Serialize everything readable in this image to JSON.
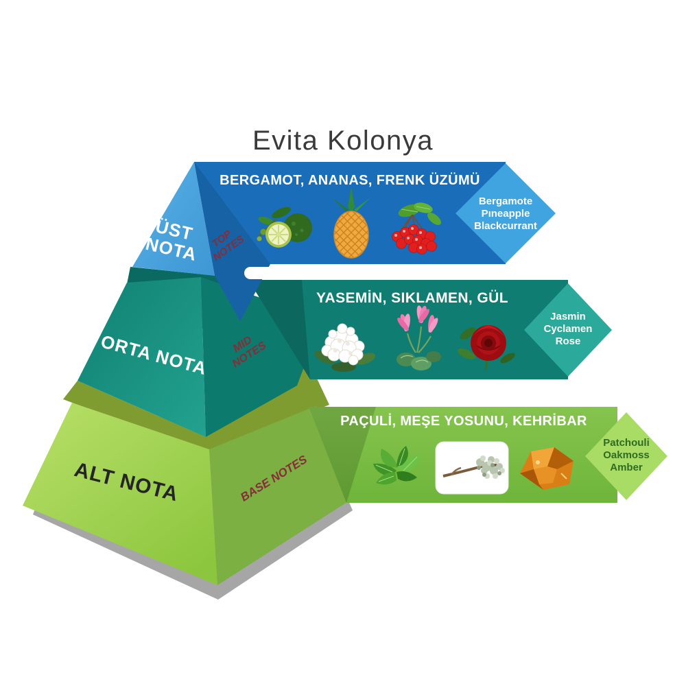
{
  "title": "Evita Kolonya",
  "colors": {
    "title_text": "#3a3a3a",
    "heading_text": "#ffffff",
    "side_label_text": "#852e38",
    "shadow": "#a6a6a6",
    "top": {
      "front": "#4da7dd",
      "band": "#1a6db8",
      "diamond": "#3fa4e0",
      "diamond_text": "#ffffff",
      "label_text": "#ffffff"
    },
    "mid": {
      "front": "#1a9282",
      "side": "#0d7a6e",
      "band": "#0f7d71",
      "diamond": "#2ba99a",
      "diamond_text": "#ffffff",
      "label_text": "#ffffff",
      "top_face": "#0a6a62"
    },
    "bottom": {
      "front": "#a2d356",
      "side": "#7cb043",
      "band": "#7cbd41",
      "diamond": "#a9dc64",
      "diamond_text": "#2f6b22",
      "label_text": "#252525",
      "rim": "#7f9c31"
    }
  },
  "levels": {
    "top": {
      "label_lines": [
        "ÜST",
        "NOTA"
      ],
      "side_label_lines": [
        "TOP",
        "NOTES"
      ],
      "heading": "BERGAMOT, ANANAS, FRENK ÜZÜMÜ",
      "diamond_lines": [
        "Bergamote",
        "Pıneapple",
        "Blackcurrant"
      ],
      "icons": [
        "bergamot-icon",
        "pineapple-icon",
        "blackcurrant-icon"
      ]
    },
    "mid": {
      "label": "ORTA NOTA",
      "side_label_lines": [
        "MID",
        "NOTES"
      ],
      "heading": "YASEMİN, SIKLAMEN, GÜL",
      "diamond_lines": [
        "Jasmin",
        "Cyclamen",
        "Rose"
      ],
      "icons": [
        "jasmine-icon",
        "cyclamen-icon",
        "rose-icon"
      ]
    },
    "bottom": {
      "label": "ALT NOTA",
      "side_label": "BASE NOTES",
      "heading": "PAÇULİ, MEŞE YOSUNU, KEHRİBAR",
      "diamond_lines": [
        "Patchouli",
        "Oakmoss",
        "Amber"
      ],
      "icons": [
        "patchouli-icon",
        "oakmoss-icon",
        "amber-icon"
      ]
    }
  }
}
